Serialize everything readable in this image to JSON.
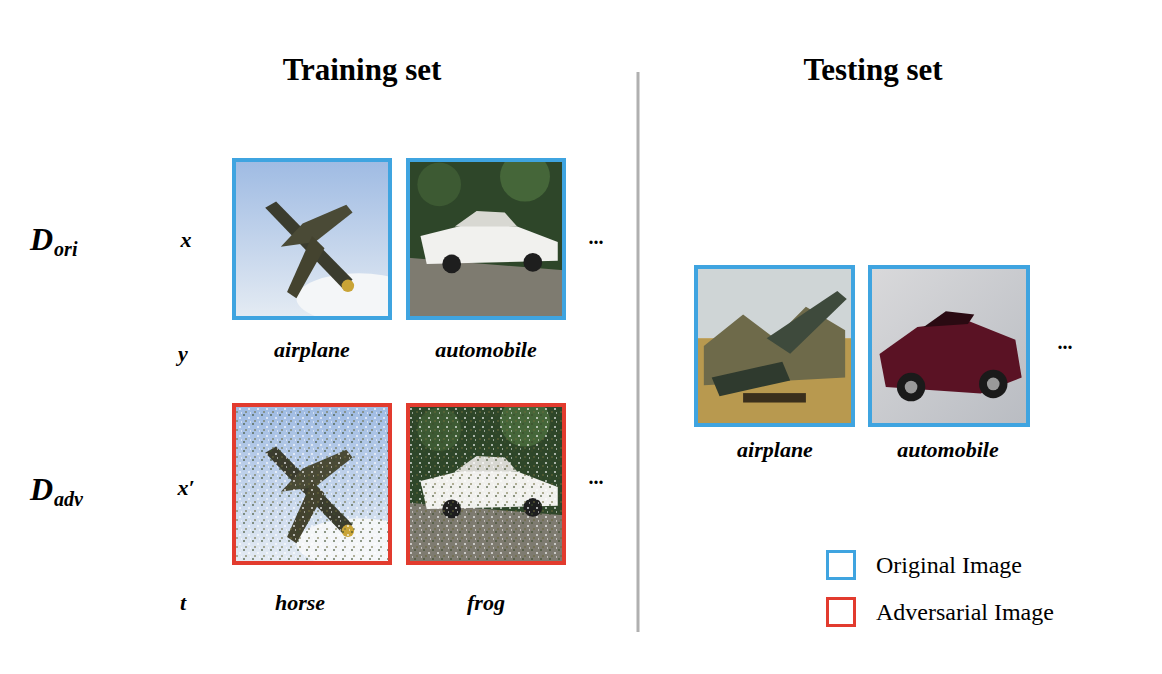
{
  "diagram": {
    "labels": [
      "Training set",
      "Testing set",
      "D",
      "ori",
      "x",
      "...",
      "y",
      "airplane",
      "automobile",
      "D",
      "adv",
      "x′",
      "...",
      "t",
      "horse",
      "frog",
      "airplane",
      "automobile",
      "..."
    ],
    "legend": [
      {
        "text": "Original Image",
        "color": "#3fa4e0"
      },
      {
        "text": "Adversarial Image",
        "color": "#e23b2e"
      }
    ]
  }
}
